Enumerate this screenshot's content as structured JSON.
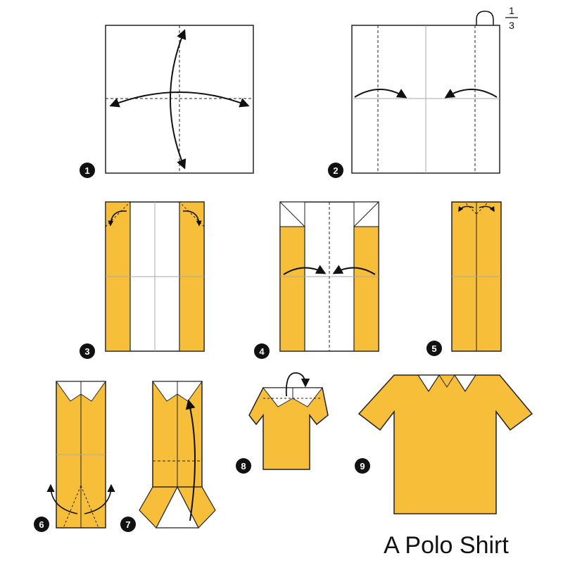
{
  "title": "A Polo Shirt",
  "fraction": {
    "numerator": "1",
    "denominator": "3"
  },
  "steps": [
    {
      "number": "1"
    },
    {
      "number": "2"
    },
    {
      "number": "3"
    },
    {
      "number": "4"
    },
    {
      "number": "5"
    },
    {
      "number": "6"
    },
    {
      "number": "7"
    },
    {
      "number": "8"
    },
    {
      "number": "9"
    }
  ],
  "colors": {
    "paper_color": "#f7be3a",
    "paper_white": "#ffffff",
    "outline": "#222222",
    "crease_line": "#aaaaaa",
    "badge": "#111111"
  }
}
